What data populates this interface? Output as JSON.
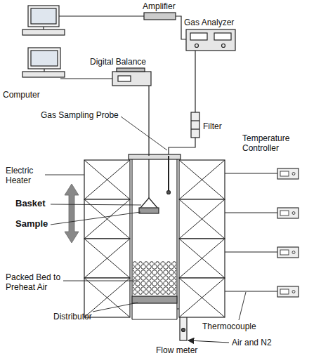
{
  "diagram": {
    "labels": [
      "Amplifier",
      "Gas Analyzer",
      "Digital Balance",
      "Computer",
      "Gas Sampling Probe",
      "Filter",
      "Temperature Controller",
      "Electric Heater",
      "Basket",
      "Sample",
      "Packed Bed to Preheat Air",
      "Distributor",
      "Thermocouple",
      "Air and N2",
      "Flow meter"
    ]
  }
}
